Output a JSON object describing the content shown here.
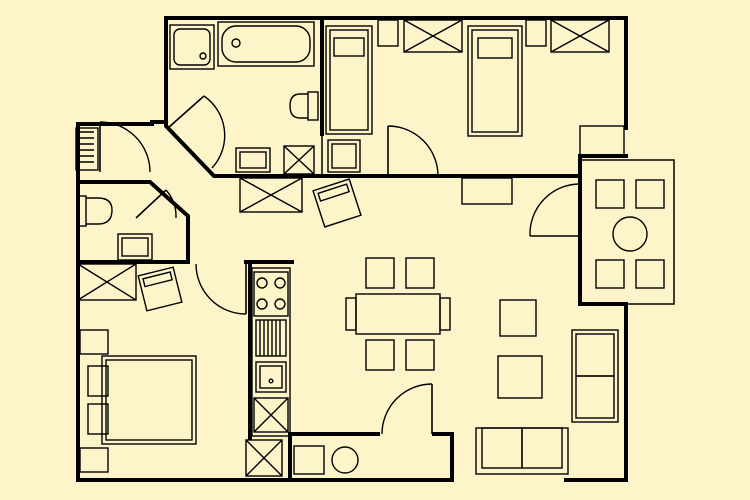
{
  "diagram": {
    "type": "floor-plan",
    "background_color": "#fdf5c9",
    "line_color": "#000000",
    "rooms": [
      "bathroom",
      "bedroom-twin",
      "hallway",
      "wc",
      "bedroom-double",
      "kitchen",
      "living-dining",
      "balcony"
    ],
    "labels": []
  }
}
